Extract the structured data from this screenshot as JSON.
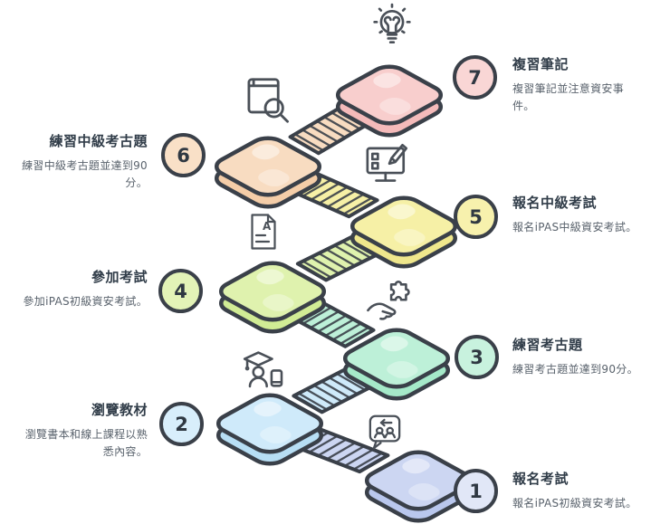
{
  "diagram": {
    "background": "#ffffff",
    "outline_color": "#3a4049",
    "icon_stroke_color": "#4a5058",
    "title_color": "#313d49",
    "desc_color": "#59626c",
    "number_color": "#2f3842"
  },
  "steps": [
    {
      "number": "1",
      "title": "報名考試",
      "desc": "報名iPAS初級資安考試。",
      "side": "right",
      "icon": "chat-people",
      "platform_color": "#ccd6f2",
      "platform_side_color": "#b9c7ed",
      "badge_color": "#e1e7f7"
    },
    {
      "number": "2",
      "title": "瀏覽教材",
      "desc": "瀏覽書本和線上課程以熟悉內容。",
      "side": "left",
      "icon": "graduate-book",
      "platform_color": "#cfeafa",
      "platform_side_color": "#b7def4",
      "badge_color": "#d8eefb"
    },
    {
      "number": "3",
      "title": "練習考古題",
      "desc": "練習考古題並達到90分。",
      "side": "right",
      "icon": "hand-puzzle",
      "platform_color": "#bdf0d8",
      "platform_side_color": "#a5e9c9",
      "badge_color": "#c8f2de"
    },
    {
      "number": "4",
      "title": "參加考試",
      "desc": "參加iPAS初級資安考試。",
      "side": "left",
      "icon": "graded-paper",
      "platform_color": "#dff2ae",
      "platform_side_color": "#d1ec95",
      "badge_color": "#e3f3b7"
    },
    {
      "number": "5",
      "title": "報名中級考試",
      "desc": "報名iPAS中級資安考試。",
      "side": "right",
      "icon": "monitor-pencil",
      "platform_color": "#f6f0a6",
      "platform_side_color": "#efe78c",
      "badge_color": "#f7f1ad"
    },
    {
      "number": "6",
      "title": "練習中級考古題",
      "desc": "練習中級考古題並達到90分。",
      "side": "left",
      "icon": "book-search",
      "platform_color": "#f8dcc1",
      "platform_side_color": "#f4cda8",
      "badge_color": "#f9e0c7"
    },
    {
      "number": "7",
      "title": "複習筆記",
      "desc": "複習筆記並注意資安事件。",
      "side": "right",
      "icon": "lightbulb",
      "platform_color": "#f8cecd",
      "platform_side_color": "#f4baba",
      "badge_color": "#f9d6d5"
    }
  ]
}
